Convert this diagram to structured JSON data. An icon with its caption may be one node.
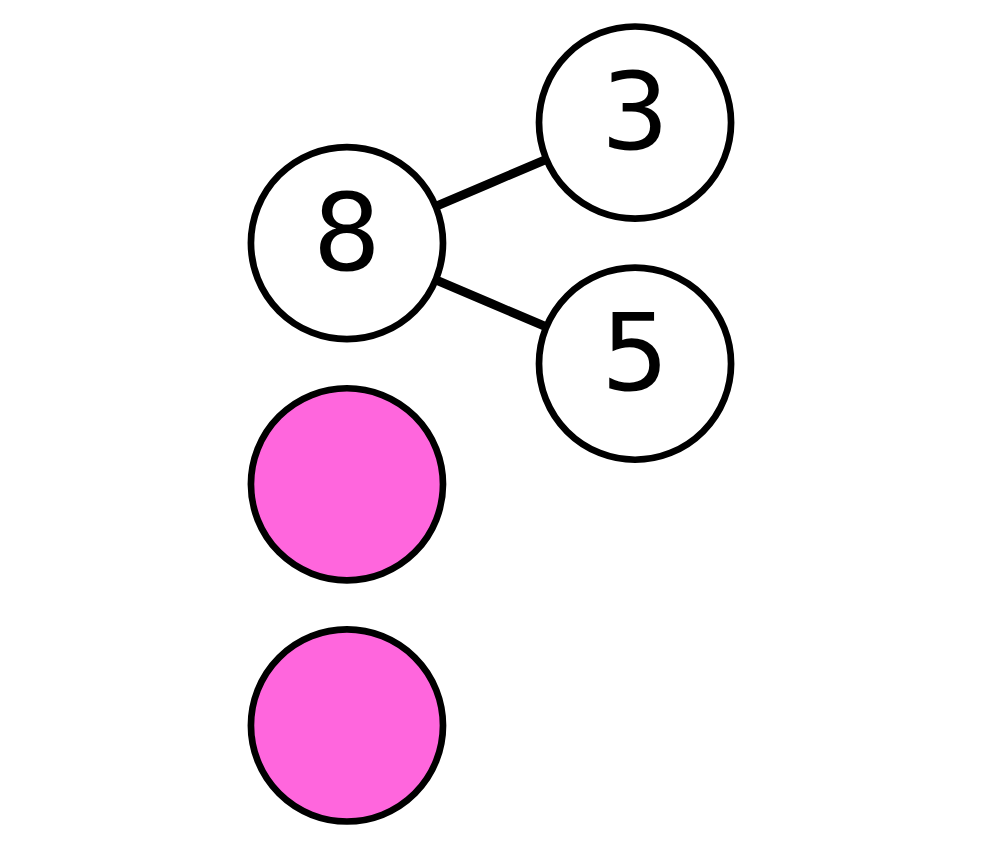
{
  "diagram": {
    "nodes": [
      {
        "text": [],
        "shape": "circle"
      },
      {
        "text": [],
        "shape": "circle"
      },
      {
        "text": [
          "8"
        ]
      },
      {
        "text": [
          "3"
        ]
      },
      {
        "text": [
          "5"
        ]
      }
    ],
    "edges": [
      {
        "from": 2,
        "to": 3,
        "arrow": "none"
      },
      {
        "from": 2,
        "to": 4,
        "arrow": "none"
      }
    ]
  }
}
